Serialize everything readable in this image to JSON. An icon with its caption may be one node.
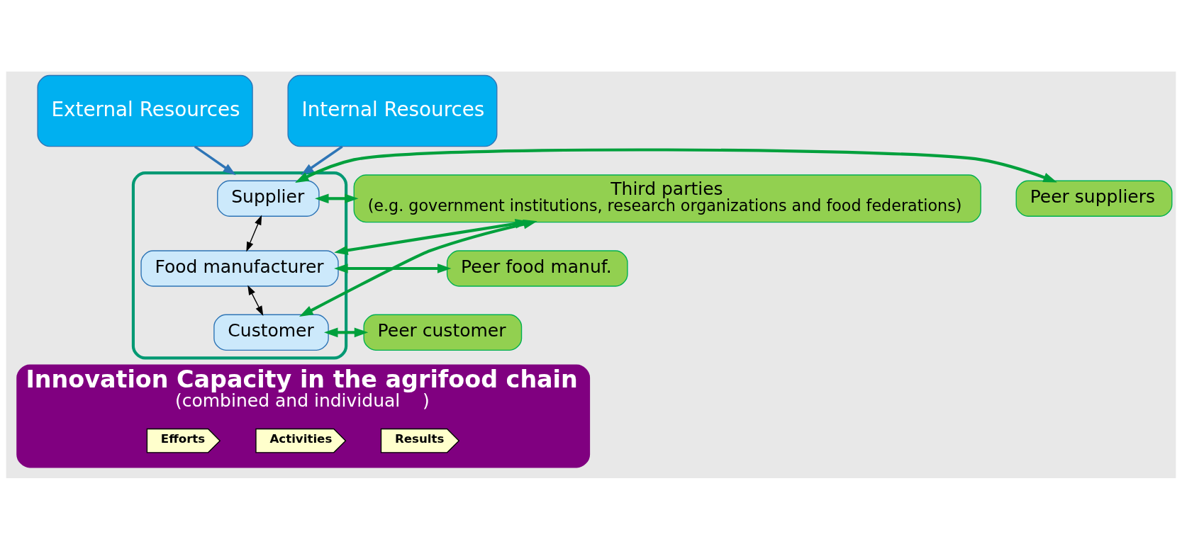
{
  "diagram": {
    "nodes": [
      {
        "text": [
          "External Resources"
        ]
      },
      {
        "text": [
          "Internal Resources"
        ]
      },
      {
        "text": [],
        "shape": "box"
      },
      {
        "text": [
          "Supplier"
        ],
        "in": 2
      },
      {
        "text": [
          "Food manufacturer"
        ],
        "in": 2
      },
      {
        "text": [
          "Customer"
        ],
        "in": 2
      },
      {
        "text": [
          "Peer suppliers"
        ]
      },
      {
        "text": [
          "Peer food manuf."
        ]
      },
      {
        "text": [
          "Peer customer"
        ]
      },
      {
        "text": [
          "Third parties",
          "(e.g. government institutions, research organizations and food federations)"
        ]
      },
      {
        "text": [
          "Innovation Capacity in the agrifood chain",
          "(combined and individual",
          ")"
        ]
      },
      {
        "text": [
          "Efforts"
        ],
        "in": 10
      },
      {
        "text": [
          "Activities"
        ],
        "in": 10
      },
      {
        "text": [
          "Results"
        ],
        "in": 10
      }
    ],
    "edges": [
      {
        "from": 0,
        "to": 2,
        "arrow": "to",
        "color": "#2e75b6"
      },
      {
        "from": 1,
        "to": 2,
        "arrow": "to",
        "color": "#2e75b6"
      },
      {
        "from": 6,
        "to": 3,
        "arrow": "both"
      },
      {
        "from": 3,
        "to": 4,
        "arrow": "both",
        "color": "#000000"
      },
      {
        "from": 7,
        "to": 4,
        "arrow": "both"
      },
      {
        "from": 4,
        "to": 5,
        "arrow": "both",
        "color": "#000000"
      },
      {
        "from": 8,
        "to": 5,
        "arrow": "both"
      },
      {
        "from": 3,
        "to": 9,
        "arrow": "both"
      },
      {
        "from": 4,
        "to": 9,
        "arrow": "both"
      },
      {
        "from": 5,
        "to": 9,
        "arrow": "both"
      }
    ]
  }
}
